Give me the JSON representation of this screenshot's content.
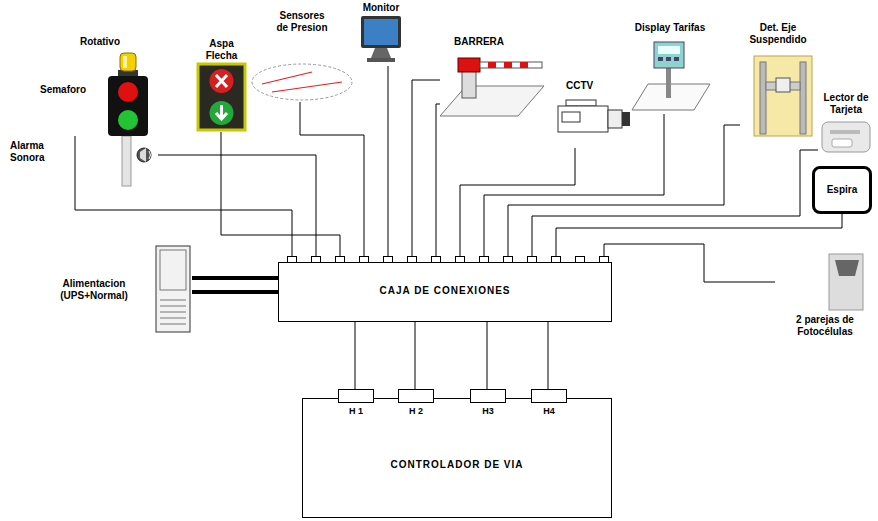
{
  "diagram": {
    "nodes": [
      {
        "text": [
          "Rotativo"
        ]
      },
      {
        "text": [
          "Semaforo"
        ]
      },
      {
        "text": [
          "Alarma Sonora"
        ]
      },
      {
        "text": [
          "Aspa Flecha"
        ]
      },
      {
        "text": [
          "Sensores de Presion"
        ]
      },
      {
        "text": [
          "Monitor"
        ]
      },
      {
        "text": [
          "BARRERA"
        ]
      },
      {
        "text": [
          "CCTV"
        ]
      },
      {
        "text": [
          "Display Tarifas"
        ]
      },
      {
        "text": [
          "Det. Eje Suspendido"
        ]
      },
      {
        "text": [
          "Lector de Tarjeta"
        ]
      },
      {
        "text": [
          "Espira"
        ]
      },
      {
        "text": [
          "2 parejas de Fotocélulas"
        ]
      },
      {
        "text": [
          "Alimentacion (UPS+Normal)"
        ]
      },
      {
        "text": [
          "CAJA DE CONEXIONES"
        ]
      },
      {
        "text": [
          "CONTROLADOR DE VIA"
        ]
      },
      {
        "text": [
          "H 1"
        ],
        "in": 15
      },
      {
        "text": [
          "H 2"
        ],
        "in": 15
      },
      {
        "text": [
          "H3"
        ],
        "in": 15
      },
      {
        "text": [
          "H4"
        ],
        "in": 15
      }
    ],
    "edges": [
      {
        "from": 1,
        "to": 14,
        "arrow": "none"
      },
      {
        "from": 2,
        "to": 14,
        "arrow": "none"
      },
      {
        "from": 3,
        "to": 14,
        "arrow": "none"
      },
      {
        "from": 4,
        "to": 14,
        "arrow": "none"
      },
      {
        "from": 5,
        "to": 14,
        "arrow": "none"
      },
      {
        "from": 6,
        "to": 14,
        "arrow": "none"
      },
      {
        "from": 6,
        "to": 14,
        "arrow": "none"
      },
      {
        "from": 7,
        "to": 14,
        "arrow": "none"
      },
      {
        "from": 8,
        "to": 14,
        "arrow": "none"
      },
      {
        "from": 9,
        "to": 14,
        "arrow": "none"
      },
      {
        "from": 10,
        "to": 14,
        "arrow": "none"
      },
      {
        "from": 11,
        "to": 14,
        "arrow": "none"
      },
      {
        "from": 12,
        "to": 14,
        "arrow": "none"
      },
      {
        "from": 13,
        "to": 14,
        "arrow": "none"
      },
      {
        "from": 13,
        "to": 14,
        "arrow": "none"
      },
      {
        "from": 14,
        "to": 16,
        "arrow": "none"
      },
      {
        "from": 14,
        "to": 17,
        "arrow": "none"
      },
      {
        "from": 14,
        "to": 18,
        "arrow": "none"
      },
      {
        "from": 14,
        "to": 19,
        "arrow": "none"
      }
    ]
  }
}
